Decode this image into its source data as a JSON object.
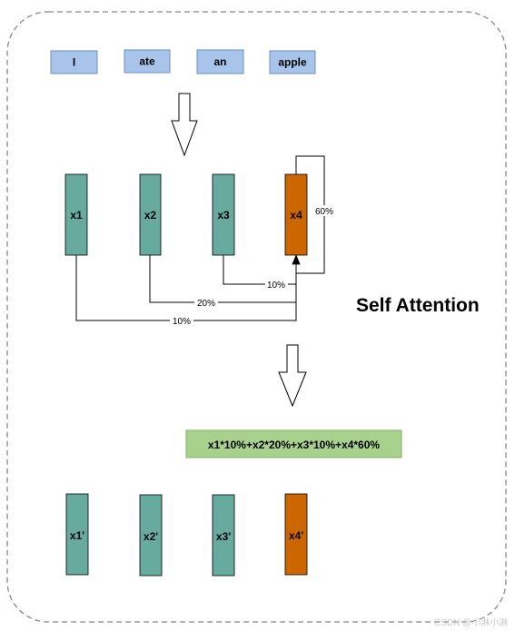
{
  "diagram": {
    "title": "Self Attention",
    "tokens": [
      "I",
      "ate",
      "an",
      "apple"
    ],
    "inputs": [
      "x1",
      "x2",
      "x3",
      "x4"
    ],
    "outputs": [
      "x1'",
      "x2'",
      "x3'",
      "x4'"
    ],
    "weights": [
      {
        "from": "x1",
        "label": "10%"
      },
      {
        "from": "x2",
        "label": "20%"
      },
      {
        "from": "x3",
        "label": "10%"
      },
      {
        "from": "x4",
        "label": "60%"
      }
    ],
    "formula": "x1*10%+x2*20%+x3*10%+x4*60%",
    "watermark": "CSDN @小淋小淋"
  },
  "colors": {
    "token_fill": "#a9c4eb",
    "token_border": "#6c8ebf",
    "vector_fill": "#67ab9f",
    "highlight_fill": "#cc6600",
    "formula_fill": "#a9d18e",
    "formula_border": "#82b366",
    "line": "#000000",
    "frame": "#888888"
  }
}
